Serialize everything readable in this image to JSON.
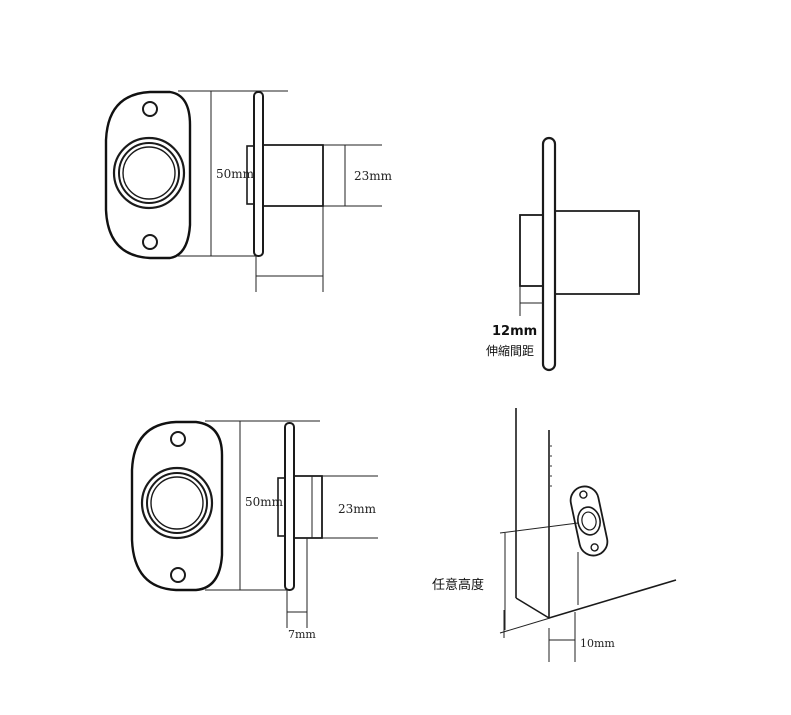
{
  "top_left_view": {
    "height_label": "50mm",
    "cylinder_label": "23mm"
  },
  "right_side_view": {
    "gap_value": "12mm",
    "gap_caption": "伸縮間距"
  },
  "bottom_left_view": {
    "height_label": "50mm",
    "cylinder_label": "23mm",
    "depth_label": "7mm"
  },
  "install_view": {
    "height_caption": "任意高度",
    "offset_label": "10mm"
  }
}
